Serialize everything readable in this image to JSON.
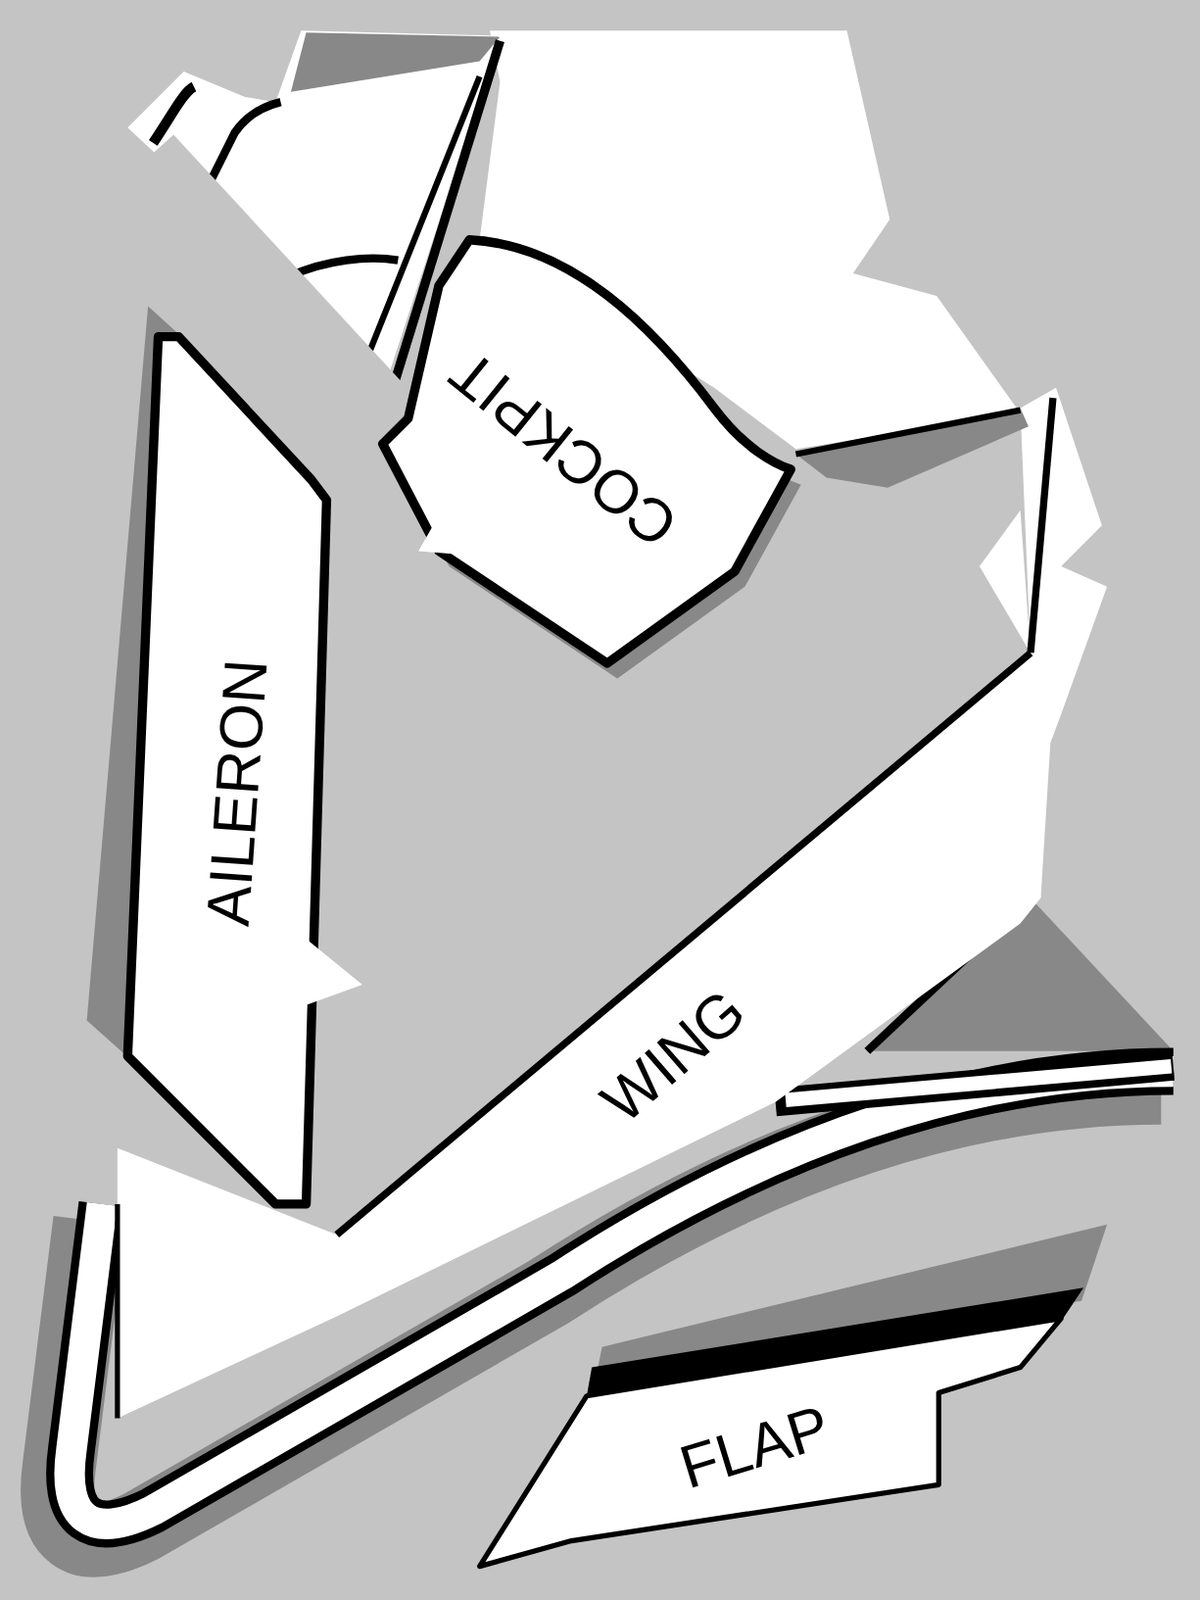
{
  "diagram": {
    "labels": [
      "COCKPIT",
      "AILERON",
      "WING",
      "FLAP"
    ]
  }
}
